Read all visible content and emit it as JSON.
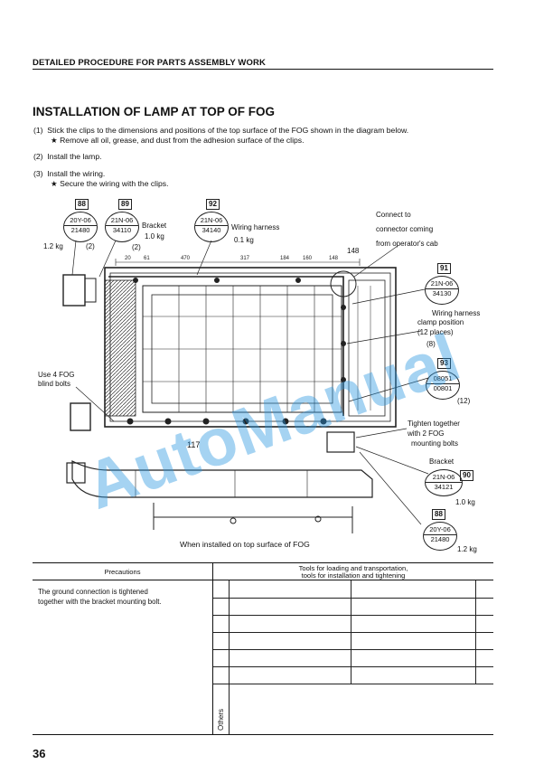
{
  "header": {
    "section": "DETAILED PROCEDURE FOR PARTS ASSEMBLY WORK"
  },
  "title": "INSTALLATION OF LAMP AT TOP OF FOG",
  "steps": [
    {
      "num": "(1)",
      "text": "Stick the clips to the dimensions and positions of the top surface of the FOG shown in the diagram below."
    },
    {
      "num": "(2)",
      "text": "Install the lamp."
    },
    {
      "num": "(3)",
      "text": "Install the wiring."
    }
  ],
  "notes": [
    "★  Remove all oil, grease, and dust from the adhesion surface of the clips.",
    "★  Secure the wiring with the clips."
  ],
  "diagram": {
    "callouts": [
      {
        "ref": "88",
        "part_a": "20Y-06",
        "part_b": "21480",
        "qty": "(2)",
        "weight": "1.2 kg"
      },
      {
        "ref": "89",
        "part_a": "21N-06",
        "part_b": "34110",
        "qty": "(2)",
        "name": "Bracket",
        "weight": "1.0 kg"
      },
      {
        "ref": "92",
        "part_a": "21N-06",
        "part_b": "34140",
        "name": "Wiring harness",
        "weight": "0.1 kg"
      },
      {
        "ref": "91",
        "part_a": "21N-06",
        "part_b": "34130"
      },
      {
        "ref": "93",
        "part_a": "08051",
        "part_b": "00801",
        "qty": "(12)"
      },
      {
        "ref": "90",
        "part_a": "21N-06",
        "part_b": "34121",
        "weight": "1.0 kg",
        "name": "Bracket"
      },
      {
        "ref": "88",
        "part_a": "20Y-06",
        "part_b": "21480",
        "weight": "1.2 kg"
      }
    ],
    "labels": {
      "connect_1": "Connect to",
      "connect_2": "connector coming",
      "connect_3": "from operator's cab",
      "clamp_1": "Wiring harness",
      "clamp_2": "clamp position",
      "clamp_3": "(12 places)",
      "clamp_4": "(8)",
      "blind_1": "Use 4 FOG",
      "blind_2": "blind bolts",
      "tighten_1": "Tighten together",
      "tighten_2": "with 2 FOG",
      "tighten_3": "mounting bolts",
      "dim_117": "117",
      "dim_148": "148",
      "caption": "When installed on top surface of FOG"
    },
    "dims": [
      "20",
      "61",
      "470",
      "317",
      "184",
      "160",
      "148"
    ]
  },
  "table": {
    "precautions_header": "Precautions",
    "tools_header_1": "Tools for loading and transportation,",
    "tools_header_2": "tools for installation and tightening",
    "precaution_text_1": "The ground connection is tightened",
    "precaution_text_2": "together with the bracket mounting bolt.",
    "others": "Others"
  },
  "page_number": "36",
  "watermark": "AutoManual"
}
